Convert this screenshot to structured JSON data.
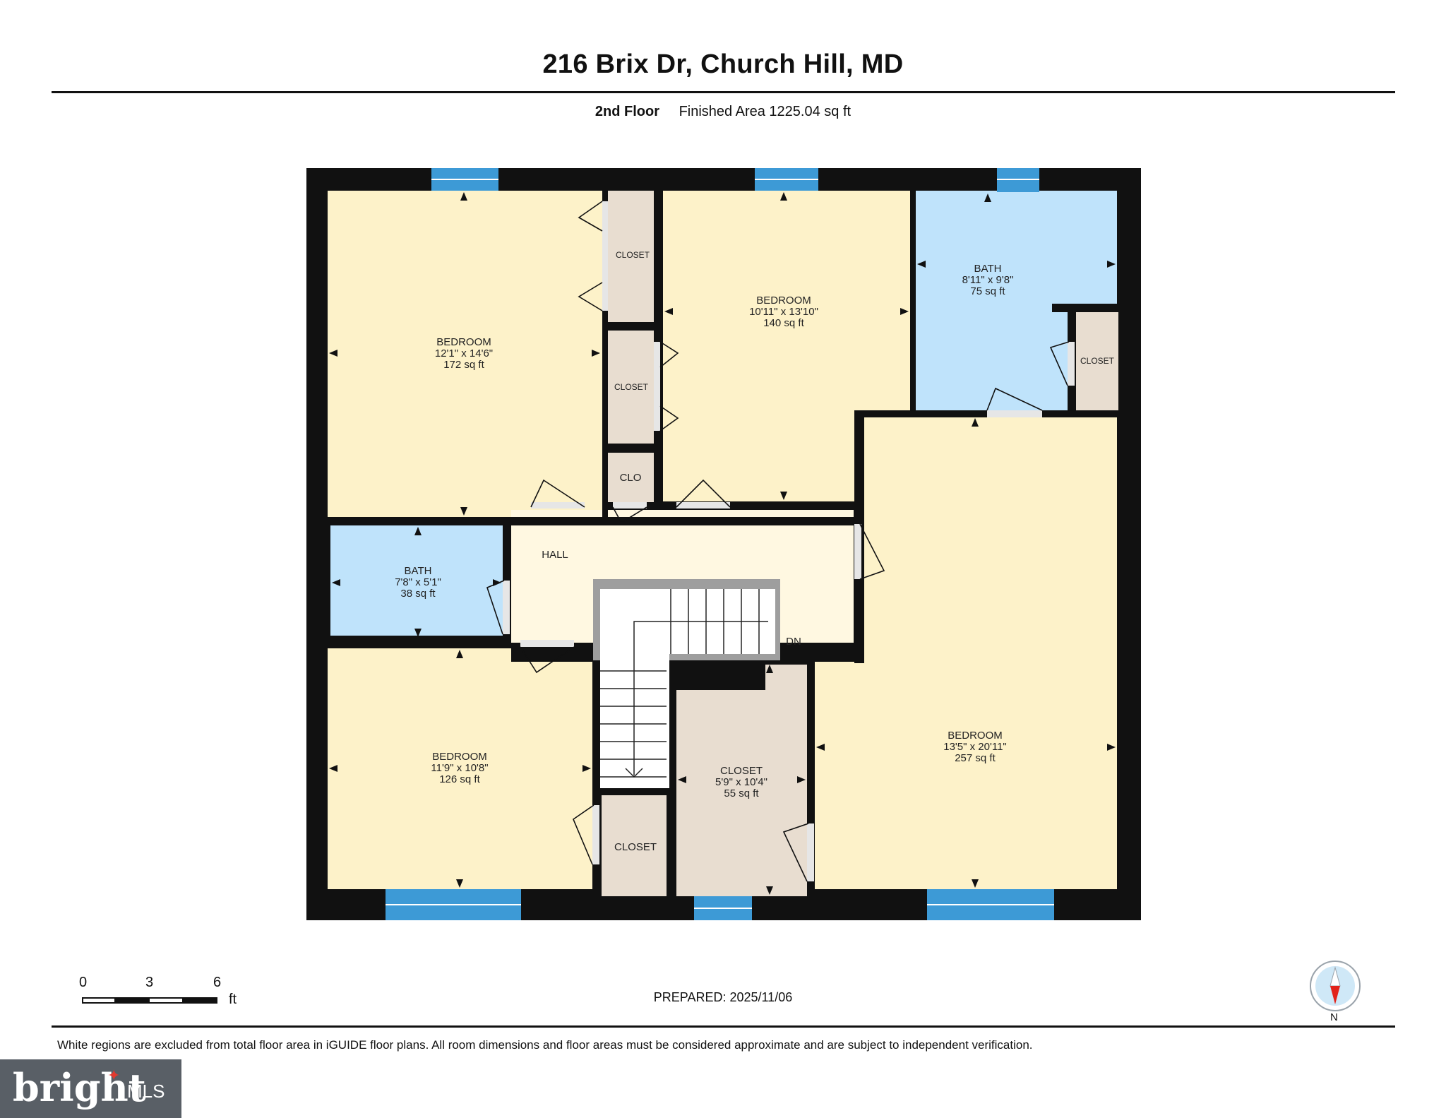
{
  "header": {
    "title": "216 Brix Dr, Church Hill, MD",
    "floor": "2nd Floor",
    "finished_area": "Finished Area 1225.04 sq ft"
  },
  "rooms": {
    "bedroom_nw": {
      "name": "BEDROOM",
      "dims": "12'1\" x 14'6\"",
      "area": "172 sq ft"
    },
    "bedroom_n": {
      "name": "BEDROOM",
      "dims": "10'11\" x 13'10\"",
      "area": "140 sq ft"
    },
    "bath_ne": {
      "name": "BATH",
      "dims": "8'11\" x 9'8\"",
      "area": "75 sq ft"
    },
    "bath_w": {
      "name": "BATH",
      "dims": "7'8\" x 5'1\"",
      "area": "38 sq ft"
    },
    "bedroom_sw": {
      "name": "BEDROOM",
      "dims": "11'9\" x 10'8\"",
      "area": "126 sq ft"
    },
    "closet_s": {
      "name": "CLOSET",
      "dims": "5'9\" x 10'4\"",
      "area": "55 sq ft"
    },
    "bedroom_se": {
      "name": "BEDROOM",
      "dims": "13'5\" x 20'11\"",
      "area": "257 sq ft"
    },
    "hall": "HALL",
    "stairs_down": "DN",
    "closet_a": "CLOSET",
    "closet_b": "CLOSET",
    "closet_c": "CLOSET",
    "closet_d": "CLOSET",
    "clo": "CLO"
  },
  "scale": {
    "ticks": [
      "0",
      "3",
      "6"
    ],
    "unit": "ft"
  },
  "prepared": "PREPARED: 2025/11/06",
  "compass_label": "N",
  "disclaimer": "White regions are excluded from total floor area in iGUIDE floor plans. All room dimensions and floor areas must be considered approximate and are subject to independent verification.",
  "logo": {
    "word": "bright",
    "suffix": "MLS"
  },
  "colors": {
    "bedroom": "#fdf2c9",
    "bath": "#bfe3fb",
    "closet": "#e8ddd0",
    "hall": "#fff8e1",
    "wall": "#111111",
    "window": "#3d9ad6",
    "compass_needle": "#e2231a"
  }
}
